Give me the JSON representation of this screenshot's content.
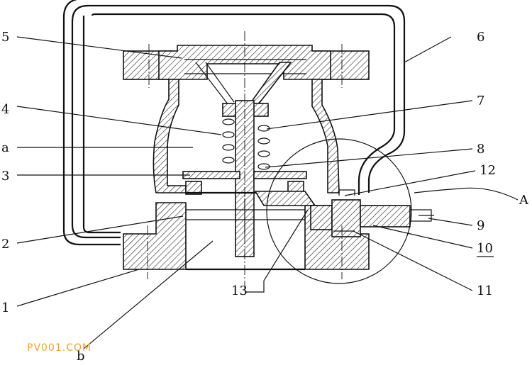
{
  "labels": {
    "l1": "1",
    "l2": "2",
    "l3": "3",
    "l4": "4",
    "l5": "5",
    "l6": "6",
    "l7": "7",
    "l8": "8",
    "l9": "9",
    "l10": "10",
    "l11": "11",
    "l12": "12",
    "l13": "13",
    "la": "a",
    "lb": "b",
    "lA": "A"
  },
  "watermark": "PV001.COM",
  "colors": {
    "line": "#111111",
    "watermark": "#e8a23c",
    "background": "#ffffff"
  }
}
